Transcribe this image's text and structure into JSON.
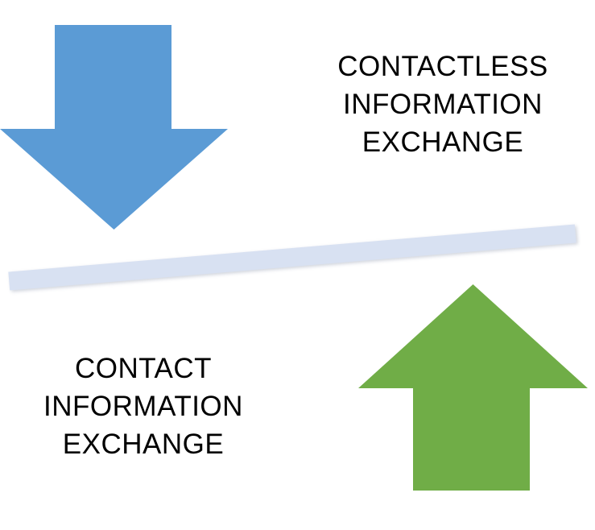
{
  "page": {
    "background": "#FFFFFF"
  },
  "diagram": {
    "contactless_label": {
      "lines": [
        "CONTACTLESS",
        "INFORMATION",
        "EXCHANGE"
      ]
    },
    "contact_label": {
      "lines": [
        "CONTACT",
        "INFORMATION",
        "EXCHANGE"
      ]
    },
    "colors": {
      "down_arrow": "#5B9BD5",
      "up_arrow": "#70AD47",
      "beam": "#D8E1F2",
      "text": "#000000"
    },
    "icons": {
      "down_arrow": "down-arrow-icon",
      "up_arrow": "up-arrow-icon"
    }
  }
}
